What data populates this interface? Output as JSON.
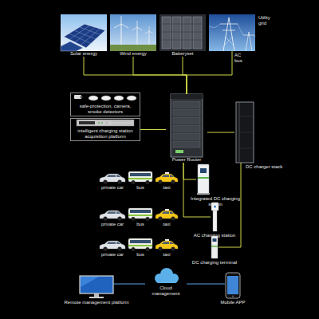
{
  "diagram": {
    "nodes": [
      {
        "text": [
          "Solar energy"
        ]
      },
      {
        "text": [
          "Wind energy"
        ]
      },
      {
        "text": [
          "Batteryset"
        ]
      },
      {
        "text": [
          "Utility grid"
        ]
      },
      {
        "text": [
          "safe-protection, camera, smoke detectors"
        ]
      },
      {
        "text": [
          "intelligent charging station acquisition platform"
        ]
      },
      {
        "text": [
          "Power Router"
        ]
      },
      {
        "text": [
          "DC charger stack"
        ]
      },
      {
        "text": [
          "private car"
        ]
      },
      {
        "text": [
          "bus"
        ]
      },
      {
        "text": [
          "taxi"
        ]
      },
      {
        "text": [
          "Integrated DC charging station"
        ]
      },
      {
        "text": [
          "private car"
        ]
      },
      {
        "text": [
          "bus"
        ]
      },
      {
        "text": [
          "taxi"
        ]
      },
      {
        "text": [
          "AC charging station"
        ]
      },
      {
        "text": [
          "private car"
        ]
      },
      {
        "text": [
          "bus"
        ]
      },
      {
        "text": [
          "taxi"
        ]
      },
      {
        "text": [
          "DC charging terminal"
        ]
      },
      {
        "text": [
          "Remote management platform"
        ]
      },
      {
        "text": [
          "Cloud management"
        ]
      },
      {
        "text": [
          "Mobile APP"
        ]
      }
    ],
    "edges": [
      {
        "from": 0,
        "to": 6,
        "arrow": "none"
      },
      {
        "from": 1,
        "to": 6,
        "arrow": "none"
      },
      {
        "from": 2,
        "to": 6,
        "arrow": "none"
      },
      {
        "from": 3,
        "to": 6,
        "label": "AC bus",
        "arrow": "none"
      },
      {
        "from": 5,
        "to": 6,
        "arrow": "none"
      },
      {
        "from": 6,
        "to": 7,
        "arrow": "none"
      },
      {
        "from": 6,
        "to": 11,
        "arrow": "none"
      },
      {
        "from": 6,
        "to": 15,
        "arrow": "none"
      },
      {
        "from": 7,
        "to": 19,
        "arrow": "none"
      },
      {
        "from": 20,
        "to": 21,
        "arrow": "none"
      },
      {
        "from": 21,
        "to": 22,
        "arrow": "none"
      }
    ]
  }
}
